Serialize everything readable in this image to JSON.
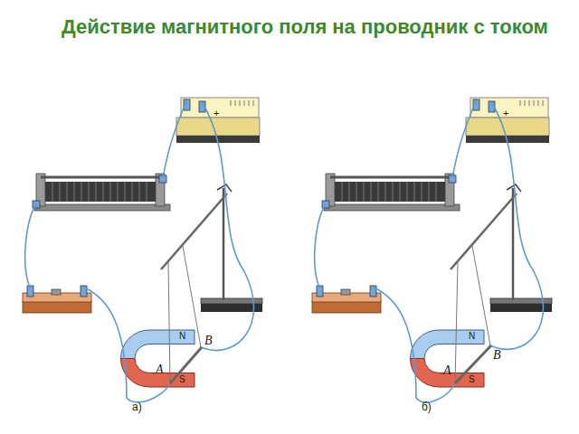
{
  "diagram": {
    "title": "Действие магнитного поля на проводник с током",
    "labels": [
      "+",
      "N",
      "B",
      "A",
      "S",
      "а)",
      "+",
      "N",
      "B",
      "A",
      "S",
      "б)"
    ]
  }
}
